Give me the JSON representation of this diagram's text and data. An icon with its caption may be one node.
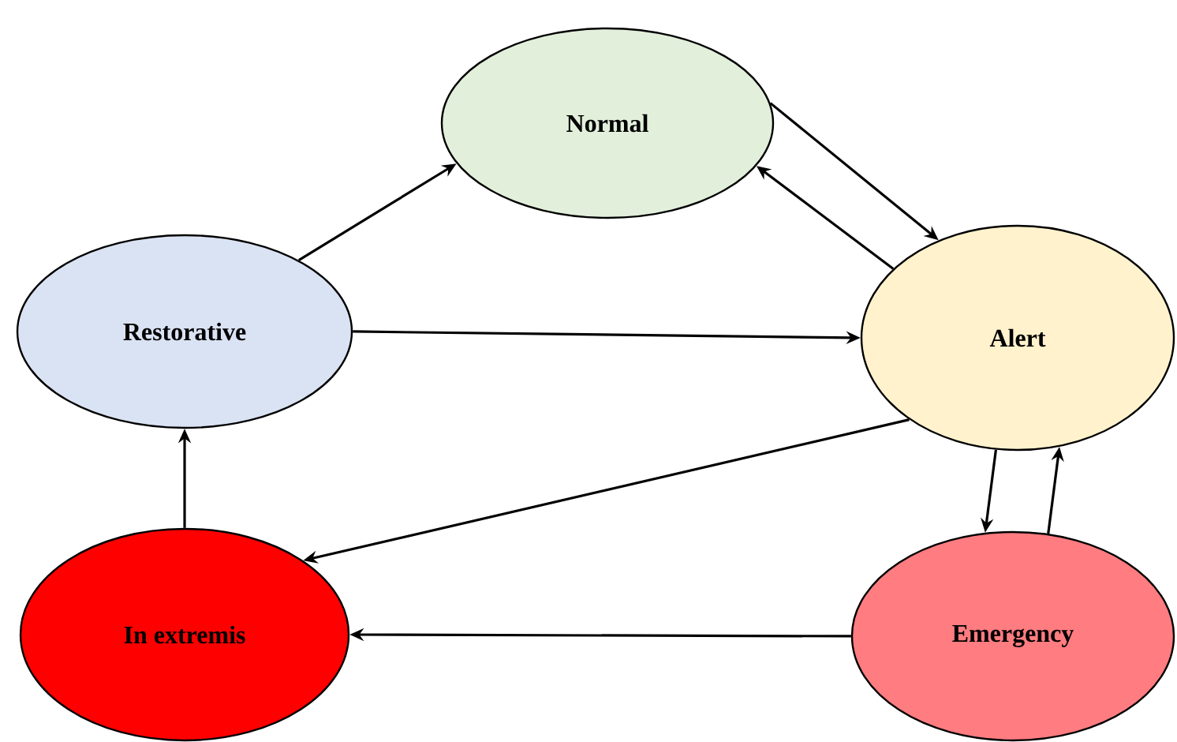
{
  "diagram": {
    "nodes": [
      {
        "text": [
          "Normal"
        ]
      },
      {
        "text": [
          "Restorative"
        ]
      },
      {
        "text": [
          "Alert"
        ]
      },
      {
        "text": [
          "In extremis"
        ]
      },
      {
        "text": [
          "Emergency"
        ]
      }
    ],
    "edges": [
      {
        "from": 1,
        "to": 0,
        "arrow": "to"
      },
      {
        "from": 0,
        "to": 2,
        "arrow": "to"
      },
      {
        "from": 2,
        "to": 0,
        "arrow": "to"
      },
      {
        "from": 1,
        "to": 2,
        "arrow": "to"
      },
      {
        "from": 2,
        "to": 3,
        "arrow": "to"
      },
      {
        "from": 2,
        "to": 4,
        "arrow": "to"
      },
      {
        "from": 4,
        "to": 2,
        "arrow": "to"
      },
      {
        "from": 4,
        "to": 3,
        "arrow": "to"
      },
      {
        "from": 3,
        "to": 1,
        "arrow": "to"
      }
    ]
  }
}
